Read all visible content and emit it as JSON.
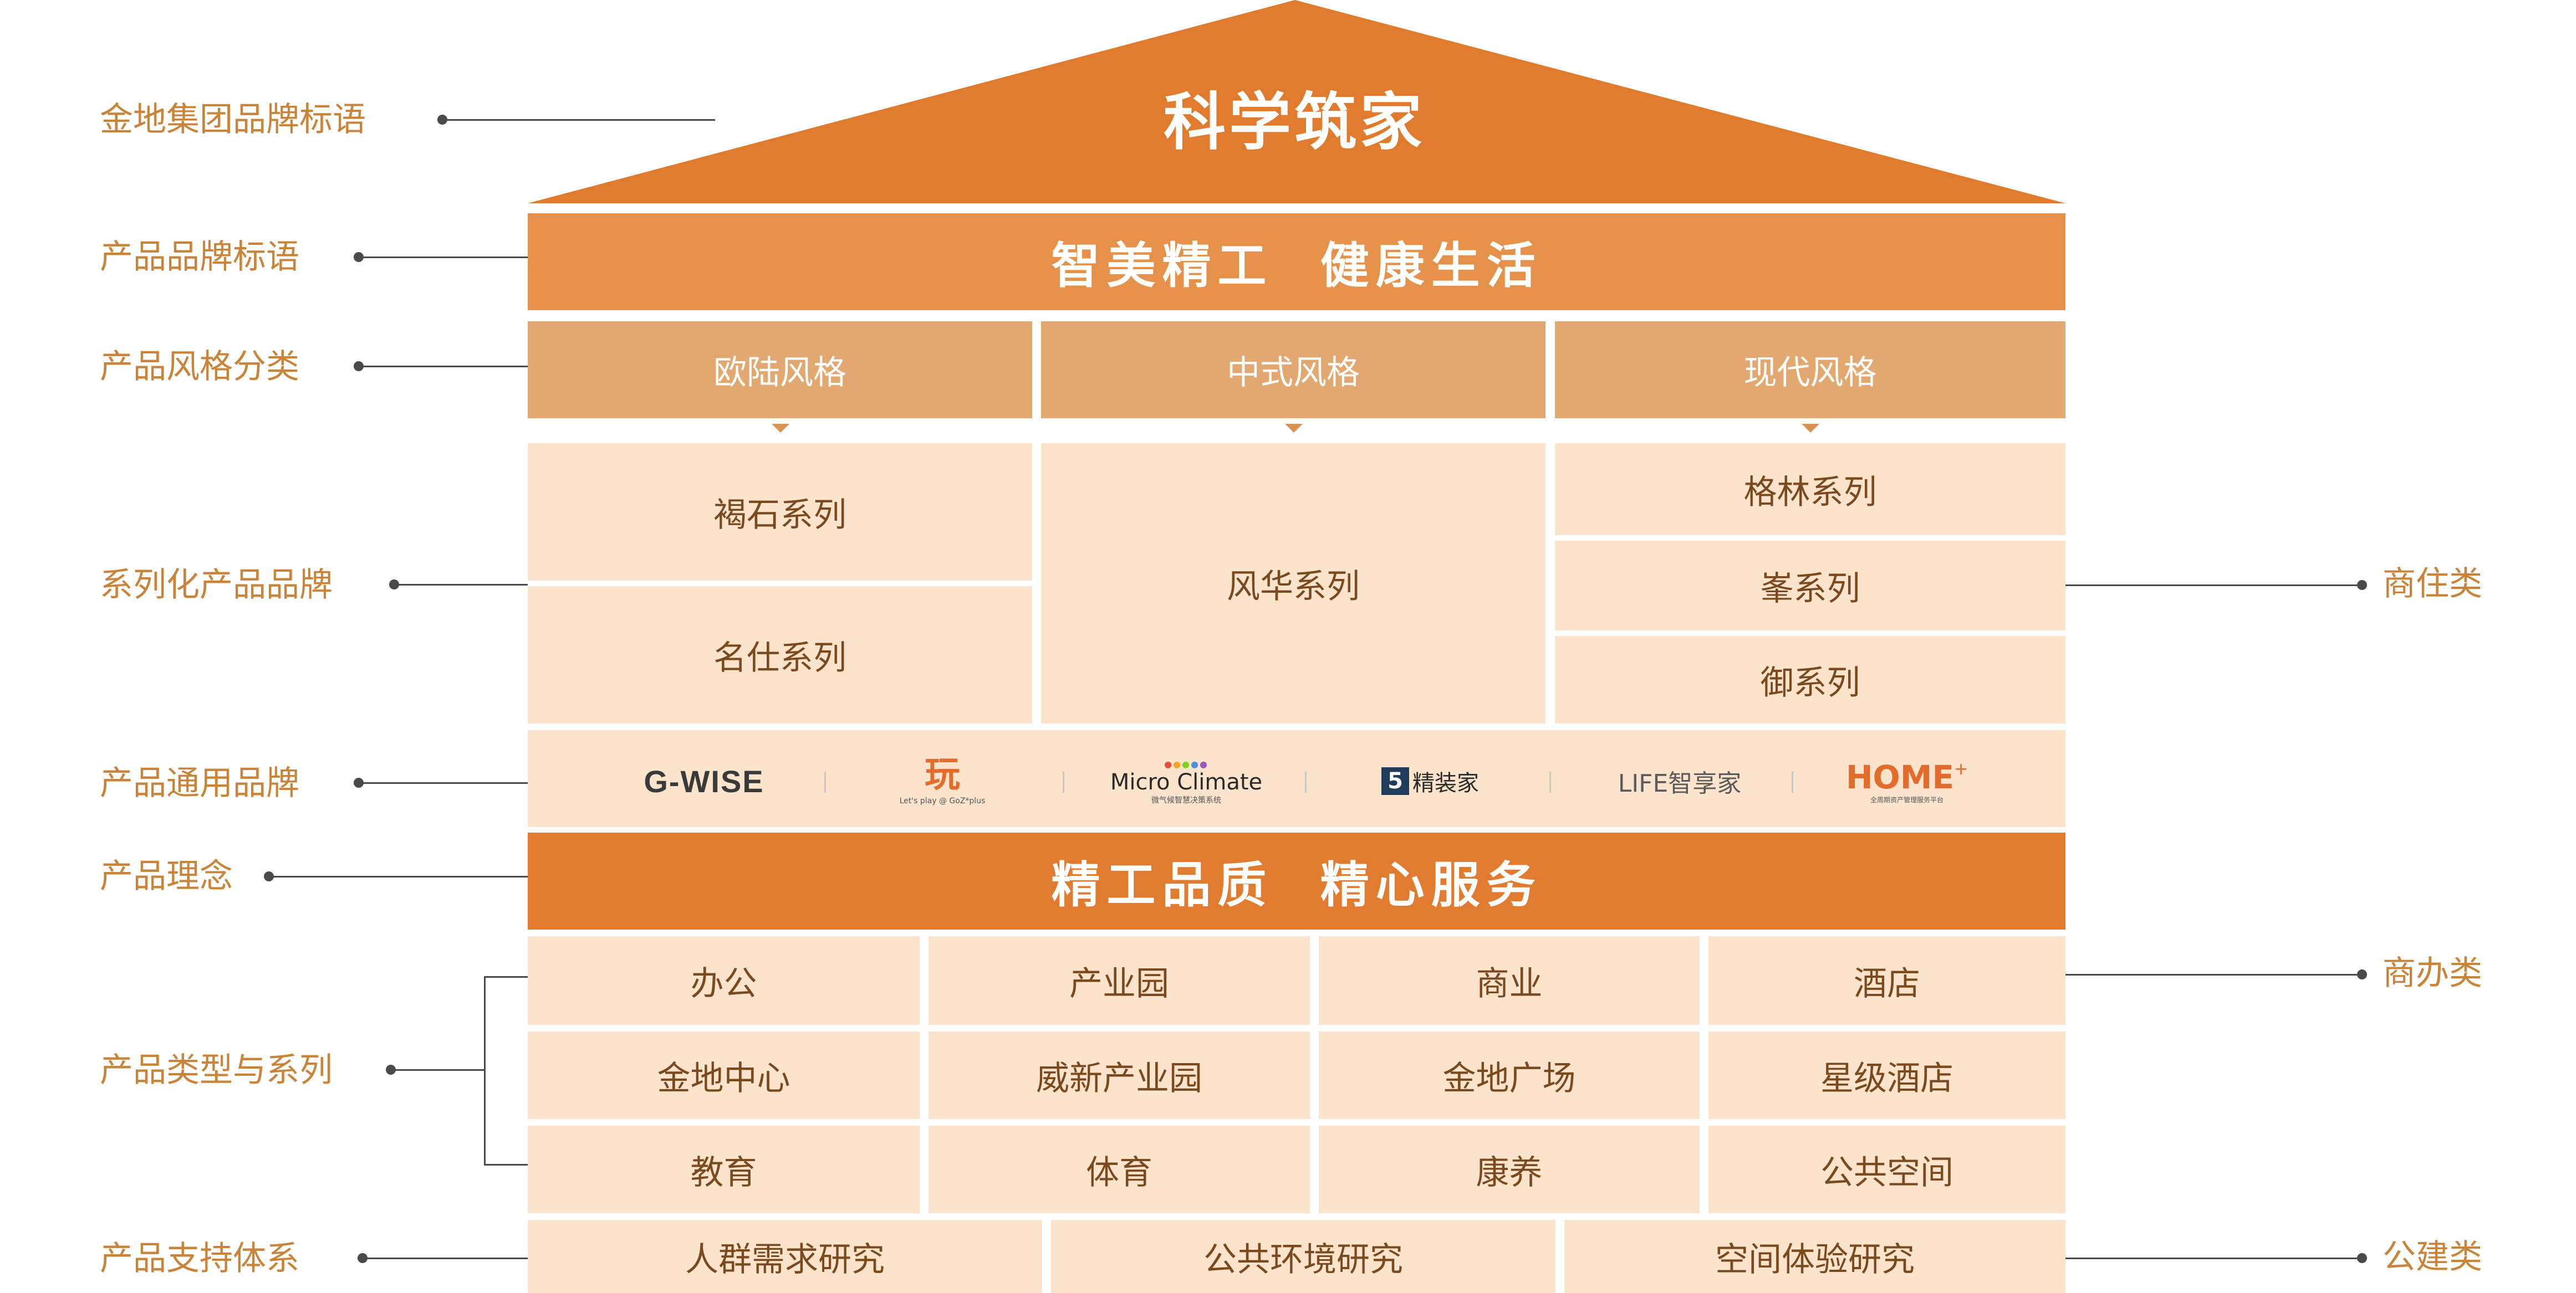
{
  "roof": {
    "title": "科学筑家"
  },
  "left_labels": {
    "group_slogan": "金地集团品牌标语",
    "product_slogan": "产品品牌标语",
    "style_category": "产品风格分类",
    "series_brand": "系列化产品品牌",
    "common_brand": "产品通用品牌",
    "philosophy": "产品理念",
    "types_series": "产品类型与系列",
    "support": "产品支持体系"
  },
  "right_labels": {
    "residential": "商住类",
    "commercial": "商办类",
    "public": "公建类"
  },
  "product_slogan": "智美精工  健康生活",
  "styles": [
    "欧陆风格",
    "中式风格",
    "现代风格"
  ],
  "series": {
    "european": [
      "褐石系列",
      "名仕系列"
    ],
    "chinese": [
      "风华系列"
    ],
    "modern": [
      "格林系列",
      "峯系列",
      "御系列"
    ]
  },
  "brands": {
    "gwise": "G-WISE",
    "wan": "玩",
    "wan_sub": "Let's play @ GoZ*plus",
    "micro": "Micro Climate",
    "micro_sub": "微气候智慧决策系统",
    "jzj": "精装家",
    "jzj_prefix": "5",
    "life": "LIFE智享家",
    "home": "HOME",
    "home_sup": "+",
    "home_sub": "全周期资产管理服务平台"
  },
  "philosophy": "精工品质  精心服务",
  "types": {
    "headers": [
      "办公",
      "产业园",
      "商业",
      "酒店"
    ],
    "row2": [
      "金地中心",
      "威新产业园",
      "金地广场",
      "星级酒店"
    ],
    "row3": [
      "教育",
      "体育",
      "康养",
      "公共空间"
    ]
  },
  "support": [
    "人群需求研究",
    "公共环境研究",
    "空间体验研究"
  ],
  "colors": {
    "roof": "#e07a2c",
    "band": "#e6914a",
    "style_header": "#e2a86f",
    "cell": "#fbe3cc",
    "label": "#c9843a",
    "cell_text": "#7a4a1e"
  }
}
